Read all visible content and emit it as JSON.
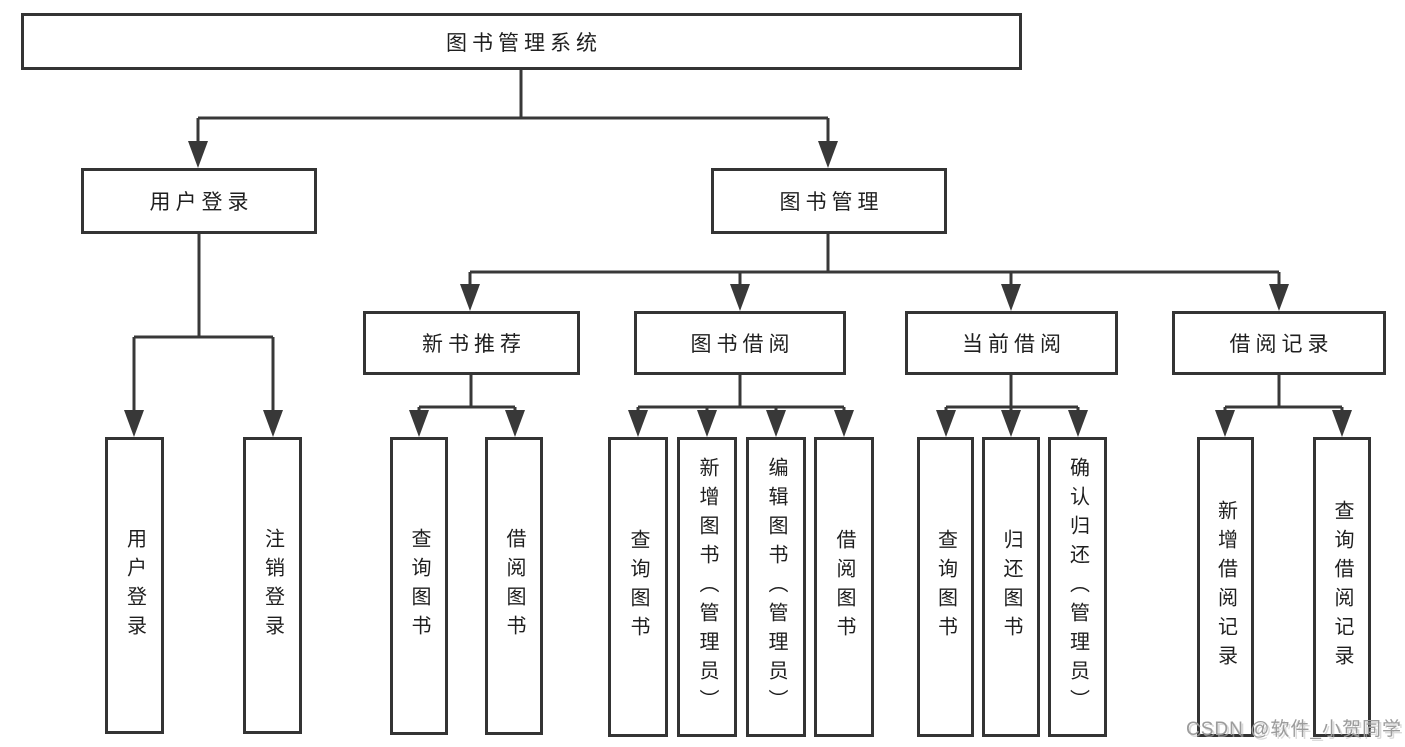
{
  "diagram_title": "图书管理系统",
  "colors": {
    "background": "#ffffff",
    "border": "#343434",
    "line": "#383838",
    "text": "#1f1f1f",
    "watermark": "#9c9c9c"
  },
  "tree": {
    "label": "图书管理系统",
    "children": [
      {
        "label": "用户登录",
        "children": [
          {
            "label": "用户登录"
          },
          {
            "label": "注销登录"
          }
        ]
      },
      {
        "label": "图书管理",
        "children": [
          {
            "label": "新书推荐",
            "children": [
              {
                "label": "查询图书"
              },
              {
                "label": "借阅图书"
              }
            ]
          },
          {
            "label": "图书借阅",
            "children": [
              {
                "label": "查询图书"
              },
              {
                "label": "新增图书（管理员）"
              },
              {
                "label": "编辑图书（管理员）"
              },
              {
                "label": "借阅图书"
              }
            ]
          },
          {
            "label": "当前借阅",
            "children": [
              {
                "label": "查询图书"
              },
              {
                "label": "归还图书"
              },
              {
                "label": "确认归还（管理员）"
              }
            ]
          },
          {
            "label": "借阅记录",
            "children": [
              {
                "label": "新增借阅记录"
              },
              {
                "label": "查询借阅记录"
              }
            ]
          }
        ]
      }
    ]
  },
  "watermark": {
    "text": "CSDN @软件_小贺同学"
  }
}
